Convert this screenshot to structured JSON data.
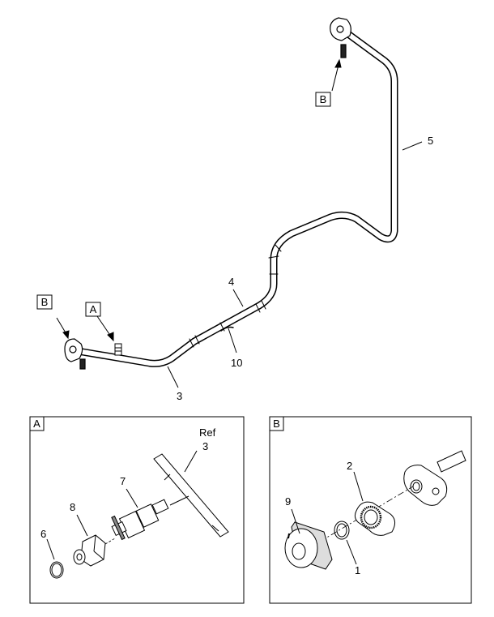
{
  "callouts": {
    "c1": "1",
    "c2": "2",
    "c3": "3",
    "c3_ref": "3",
    "ref": "Ref",
    "c4": "4",
    "c5": "5",
    "c6": "6",
    "c7": "7",
    "c8": "8",
    "c9": "9",
    "c10": "10"
  },
  "markers": {
    "A": "A",
    "B": "B"
  },
  "colors": {
    "line": "#000000",
    "background": "#ffffff",
    "shade": "#444444"
  }
}
